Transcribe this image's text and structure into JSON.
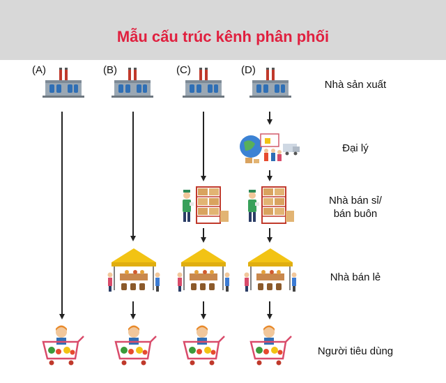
{
  "title": "Mẫu cấu trúc kênh phân phối",
  "columns": [
    {
      "label": "(A)"
    },
    {
      "label": "(B)"
    },
    {
      "label": "(C)"
    },
    {
      "label": "(D)"
    }
  ],
  "stages": {
    "manufacturer": "Nhà sản xuất",
    "agent": "Đại lý",
    "wholesaler_line1": "Nhà bán sỉ/",
    "wholesaler_line2": "bán buôn",
    "retailer": "Nhà bán lẻ",
    "consumer": "Người tiêu dùng"
  },
  "channels": {
    "A": [
      "factory",
      "consumer"
    ],
    "B": [
      "factory",
      "retailer",
      "consumer"
    ],
    "C": [
      "factory",
      "wholesaler",
      "retailer",
      "consumer"
    ],
    "D": [
      "factory",
      "agent",
      "wholesaler",
      "retailer",
      "consumer"
    ]
  },
  "colors": {
    "title": "#e0203f",
    "header_bg": "#d8d8d8",
    "arrow": "#222222"
  }
}
